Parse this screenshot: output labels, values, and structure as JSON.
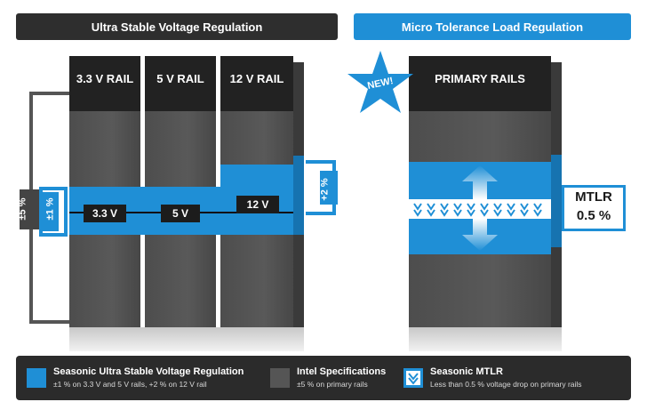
{
  "headers": {
    "left": "Ultra Stable Voltage Regulation",
    "right": "Micro Tolerance Load Regulation"
  },
  "rails": [
    {
      "head": "3.3 V RAIL",
      "value": "3.3 V"
    },
    {
      "head": "5 V RAIL",
      "value": "5 V"
    },
    {
      "head": "12 V RAIL",
      "value": "12 V"
    }
  ],
  "tolerances": {
    "intel": "±5 %",
    "seasonic_low": "±1 %",
    "seasonic_12v": "+2 %"
  },
  "primary": {
    "head": "PRIMARY RAILS",
    "badge": "NEW!",
    "mtlr_line1": "MTLR",
    "mtlr_line2": "0.5 %"
  },
  "legend": [
    {
      "title": "Seasonic Ultra Stable Voltage Regulation",
      "sub": "±1 % on 3.3 V and 5 V rails, +2 % on 12 V rail",
      "color": "#1f8fd6"
    },
    {
      "title": "Intel Specifications",
      "sub": "±5 % on primary rails",
      "color": "#555555"
    },
    {
      "title": "Seasonic MTLR",
      "sub": "Less than 0.5 % voltage drop on primary rails",
      "color": "#1f8fd6"
    }
  ],
  "colors": {
    "blue": "#1f8fd6",
    "dark": "#2e2e2e",
    "gray": "#555555"
  }
}
